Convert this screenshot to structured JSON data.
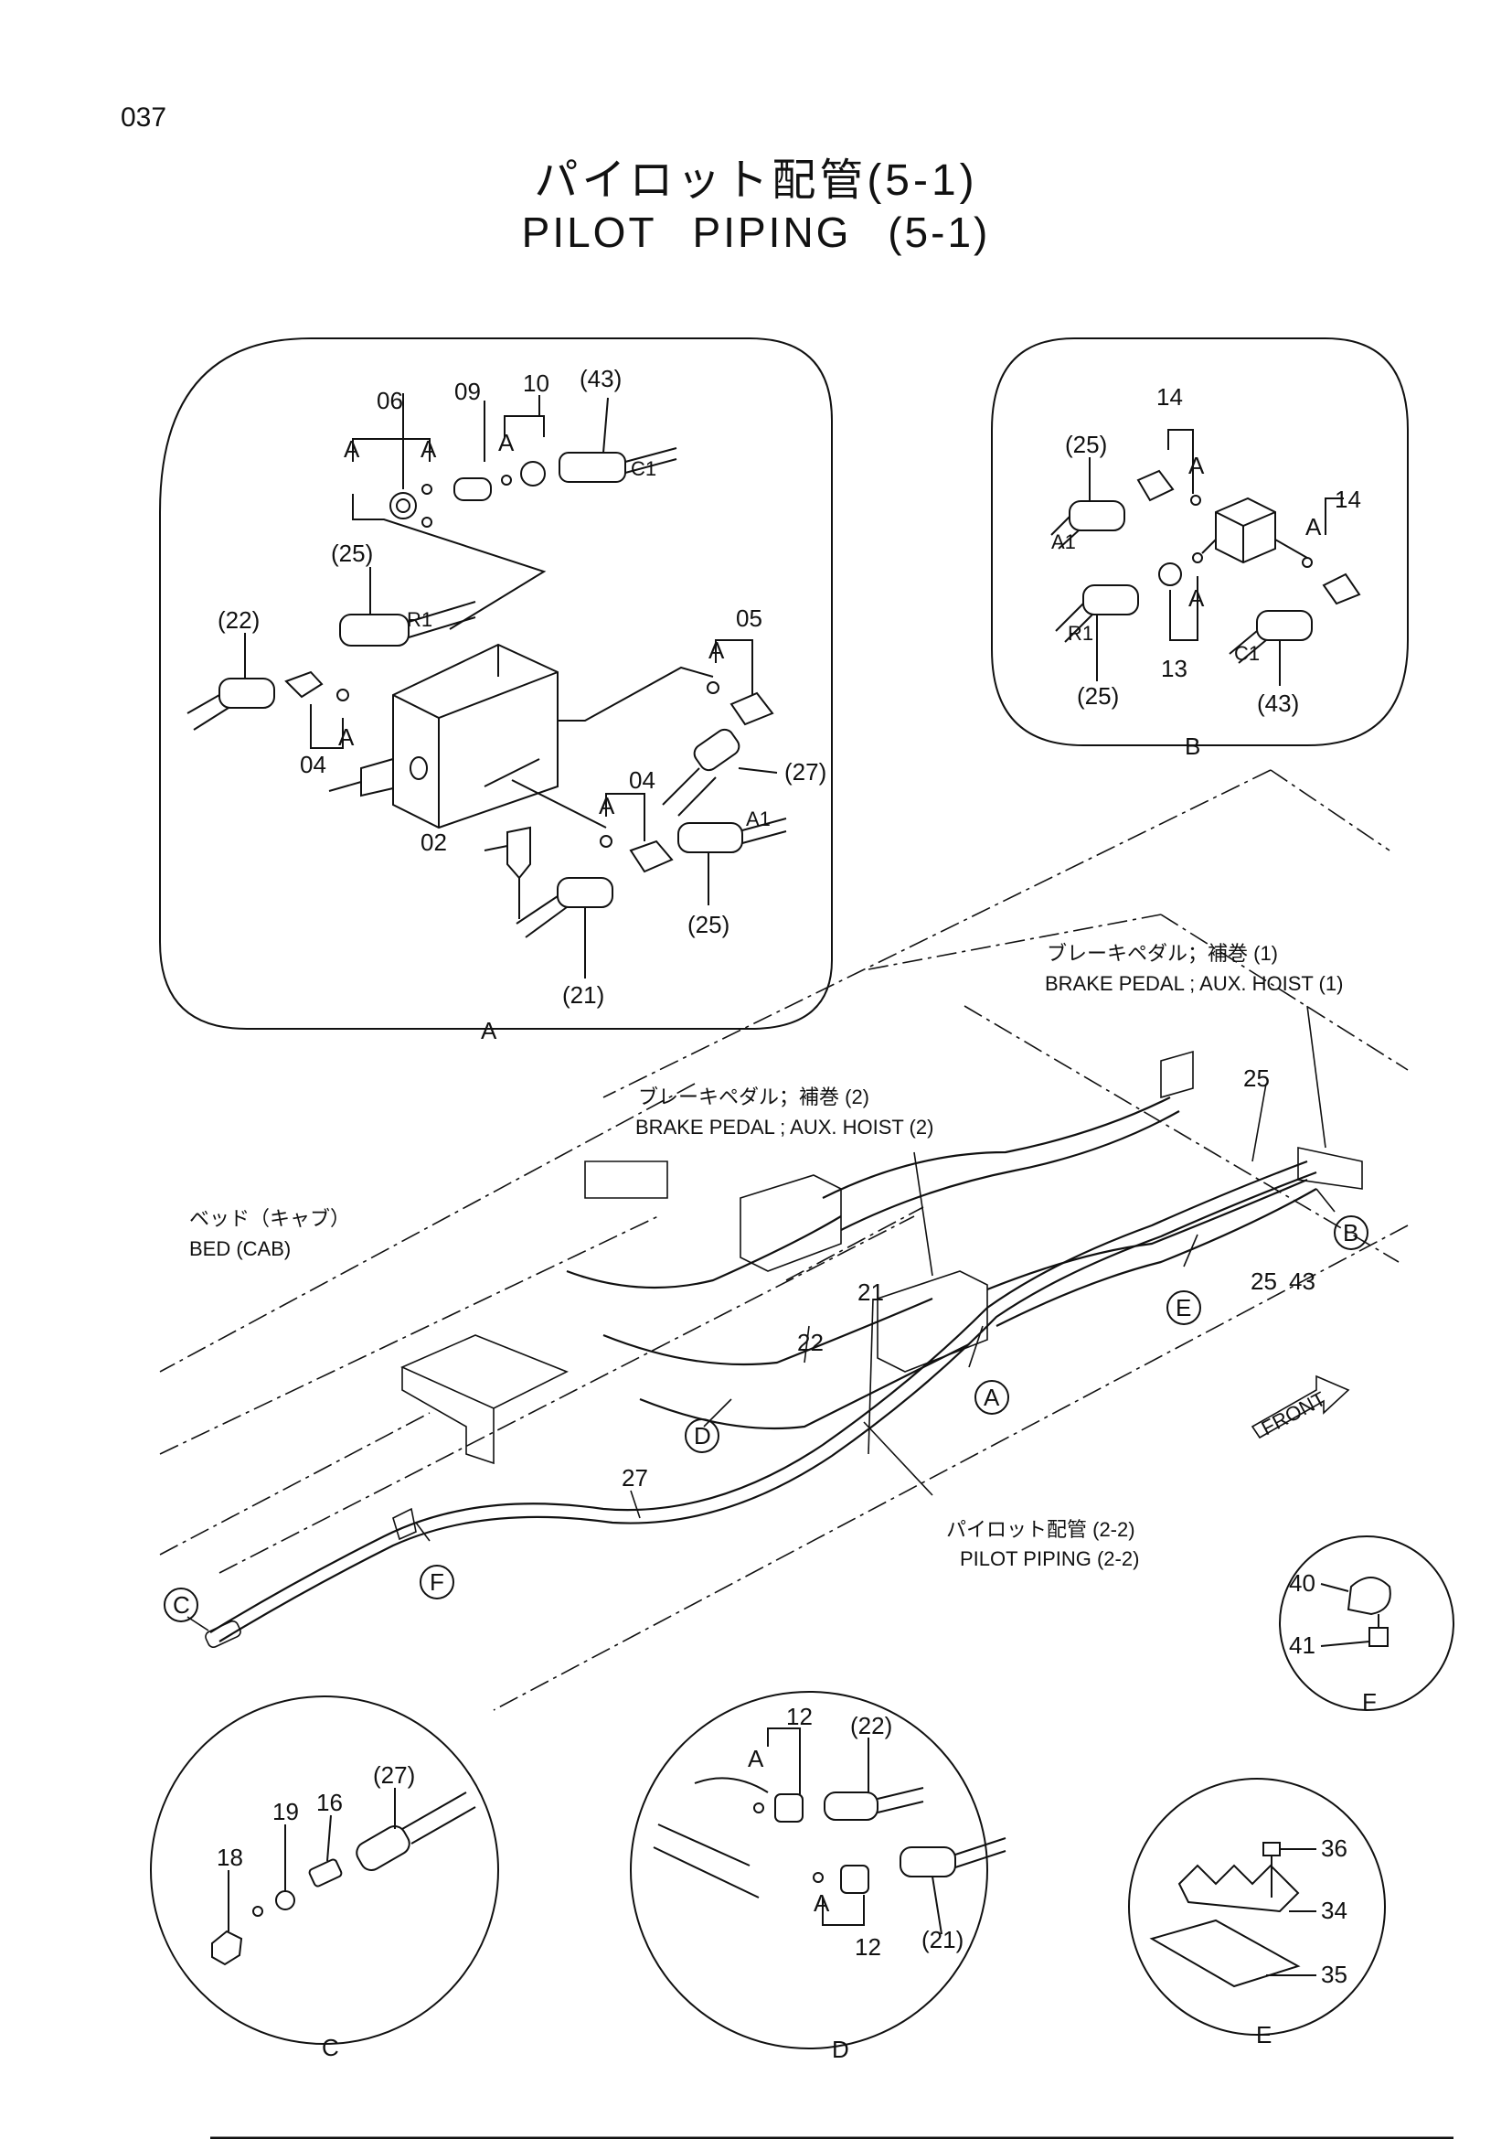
{
  "page_number": "037",
  "title": {
    "japanese": "パイロット配管(5-1)",
    "english": "PILOT PIPING (5-1)"
  },
  "detail_A": {
    "view_label": "A",
    "part_numbers": [
      "06",
      "09",
      "10",
      "(43)",
      "(25)",
      "(22)",
      "05",
      "04",
      "04",
      "(27)",
      "02",
      "(21)",
      "(25)"
    ],
    "port_labels": [
      "A",
      "A",
      "A",
      "A",
      "A",
      "A"
    ],
    "connector_labels": [
      "C1",
      "R1",
      "A1"
    ]
  },
  "detail_B": {
    "view_label": "B",
    "part_numbers": [
      "14",
      "14",
      "(25)",
      "(25)",
      "13",
      "(43)"
    ],
    "port_labels": [
      "A",
      "A",
      "A"
    ],
    "connector_labels": [
      "A1",
      "R1",
      "C1"
    ]
  },
  "main_view": {
    "notes": {
      "brake_pedal_1_ja": "ブレーキペダル；補巻 (1)",
      "brake_pedal_1_en": "BRAKE PEDAL ; AUX. HOIST (1)",
      "brake_pedal_2_ja": "ブレーキペダル；補巻 (2)",
      "brake_pedal_2_en": "BRAKE PEDAL ; AUX. HOIST (2)",
      "bed_ja": "ベッド（キャブ）",
      "bed_en": "BED (CAB)",
      "pilot_piping_ja": "パイロット配管 (2-2)",
      "pilot_piping_en": "PILOT PIPING (2-2)",
      "front": "FRONT"
    },
    "part_numbers": [
      "25",
      "25",
      "43",
      "21",
      "22",
      "27"
    ],
    "callouts": [
      "A",
      "B",
      "C",
      "D",
      "E",
      "F"
    ]
  },
  "detail_C": {
    "view_label": "C",
    "part_numbers": [
      "(27)",
      "18",
      "19",
      "16"
    ]
  },
  "detail_D": {
    "view_label": "D",
    "part_numbers": [
      "12",
      "(22)",
      "12",
      "(21)"
    ],
    "port_labels": [
      "A",
      "A"
    ]
  },
  "detail_E": {
    "view_label": "E",
    "part_numbers": [
      "36",
      "34",
      "35"
    ]
  },
  "detail_F": {
    "view_label": "F",
    "part_numbers": [
      "40",
      "41"
    ]
  }
}
